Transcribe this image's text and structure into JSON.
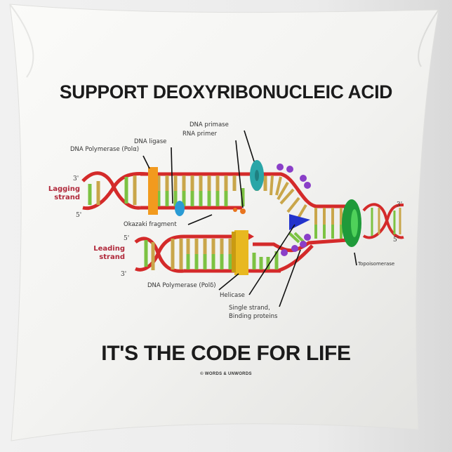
{
  "product": {
    "type": "throw pillow",
    "headline": "SUPPORT DEOXYRIBONUCLEIC ACID",
    "tagline": "IT'S THE CODE FOR LIFE",
    "copyright": "© WORDS & UNWORDS"
  },
  "diagram": {
    "labels": {
      "dna_polymerase_alpha": "DNA Polymerase (Polα)",
      "dna_ligase": "DNA ligase",
      "dna_primase": "DNA primase",
      "rna_primer": "RNA primer",
      "lagging_strand": "Lagging strand",
      "leading_strand": "Leading strand",
      "okazaki_fragment": "Okazaki fragment",
      "dna_polymerase_delta": "DNA Polymerase (Polδ)",
      "helicase": "Helicase",
      "ssb_line1": "Single strand,",
      "ssb_line2": "Binding proteins",
      "topoisomerase": "Topoisomerase"
    },
    "ends": {
      "lagging_top": "3'",
      "lagging_bottom": "5'",
      "leading_top": "5'",
      "leading_bottom": "3'",
      "right_top": "3'",
      "right_bottom": "5'"
    },
    "colors": {
      "backbone": "#d42a2a",
      "base_green": "#7cc242",
      "base_tan": "#c9a64a",
      "polymerase_alpha": "#f29a1e",
      "polymerase_delta": "#e8b820",
      "ligase": "#2a9bd4",
      "primase": "#2aa6a8",
      "helicase": "#2233cc",
      "ssb": "#8a3fc8",
      "topoisomerase": "#1f9a3a",
      "label_red": "#b0283a"
    }
  }
}
